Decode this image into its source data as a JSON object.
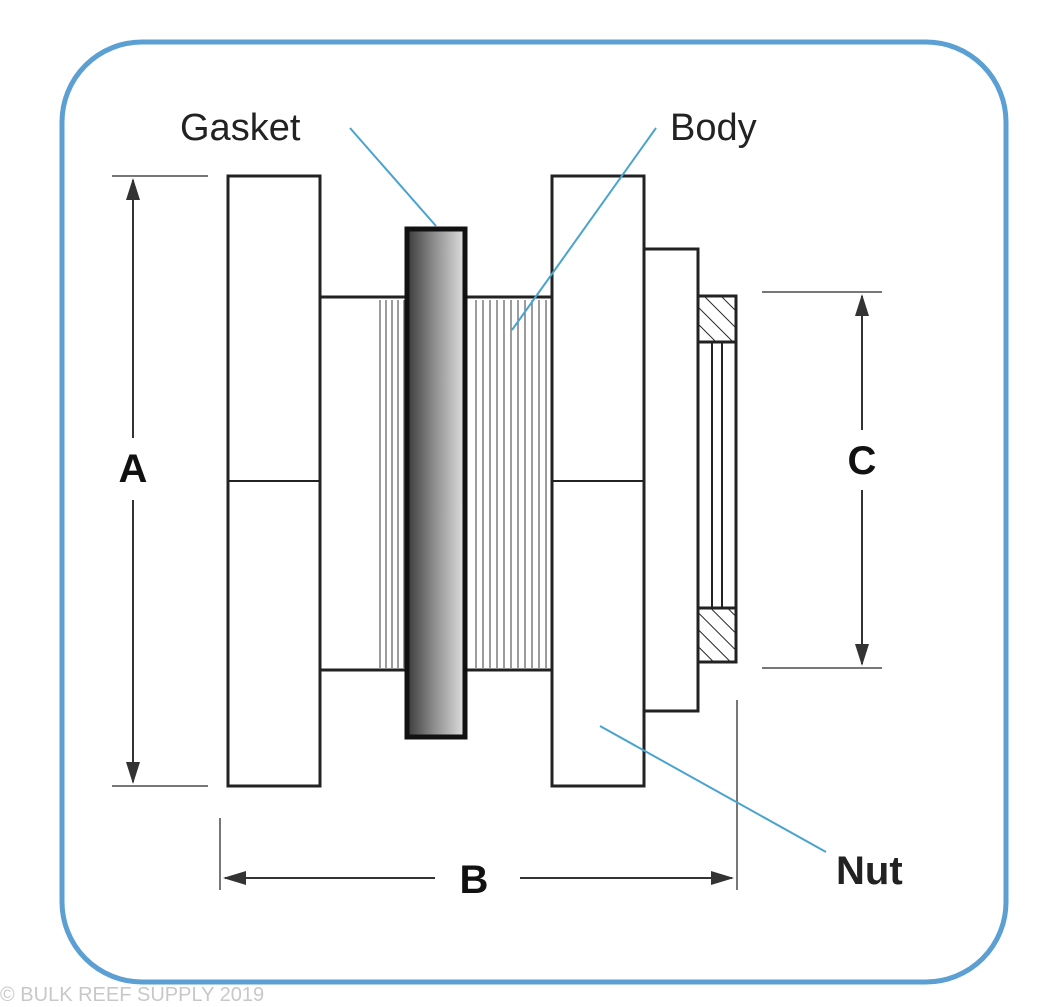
{
  "labels": {
    "gasket": "Gasket",
    "body": "Body",
    "nut": "Nut"
  },
  "dimensions": {
    "a": "A",
    "b": "B",
    "c": "C"
  },
  "watermark": "© BULK REEF SUPPLY 2019",
  "colors": {
    "frame": "#5b9fd3",
    "leader": "#4aa3cf",
    "outline": "#222222",
    "gasket_dark": "#3a3a3a",
    "gasket_light": "#e0e0e0"
  }
}
